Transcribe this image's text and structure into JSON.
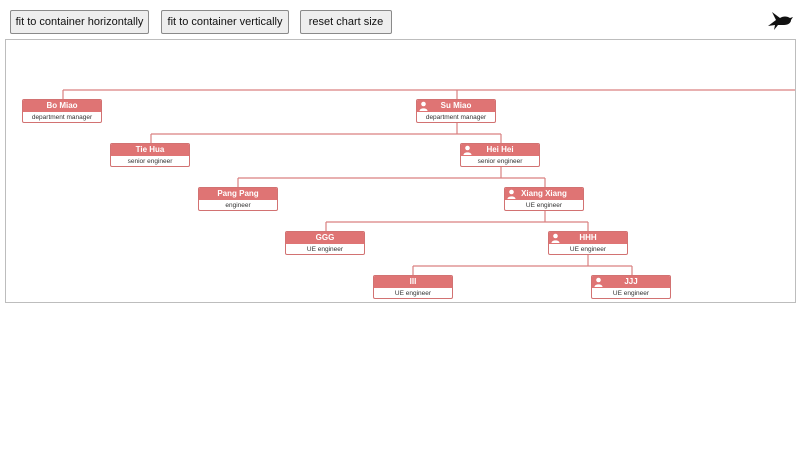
{
  "toolbar": {
    "fit_horizontal_label": "fit to container horizontally",
    "fit_vertical_label": "fit to container vertically",
    "reset_label": "reset chart size"
  },
  "logo": {
    "icon": "swallow-bird-icon",
    "color": "#111111"
  },
  "colors": {
    "node_header": "#df7474",
    "node_border": "#d27272",
    "connector": "#d98080"
  },
  "org": {
    "nodes": [
      {
        "name": "Bo Miao",
        "title": "department manager",
        "has_avatar": false
      },
      {
        "name": "Su Miao",
        "title": "department manager",
        "has_avatar": true
      },
      {
        "name": "Tie Hua",
        "title": "senior engineer",
        "has_avatar": false
      },
      {
        "name": "Hei Hei",
        "title": "senior engineer",
        "has_avatar": true
      },
      {
        "name": "Pang Pang",
        "title": "engineer",
        "has_avatar": false
      },
      {
        "name": "Xiang Xiang",
        "title": "UE engineer",
        "has_avatar": true
      },
      {
        "name": "GGG",
        "title": "UE engineer",
        "has_avatar": false
      },
      {
        "name": "HHH",
        "title": "UE engineer",
        "has_avatar": true
      },
      {
        "name": "III",
        "title": "UE engineer",
        "has_avatar": false
      },
      {
        "name": "JJJ",
        "title": "UE engineer",
        "has_avatar": true
      }
    ]
  }
}
